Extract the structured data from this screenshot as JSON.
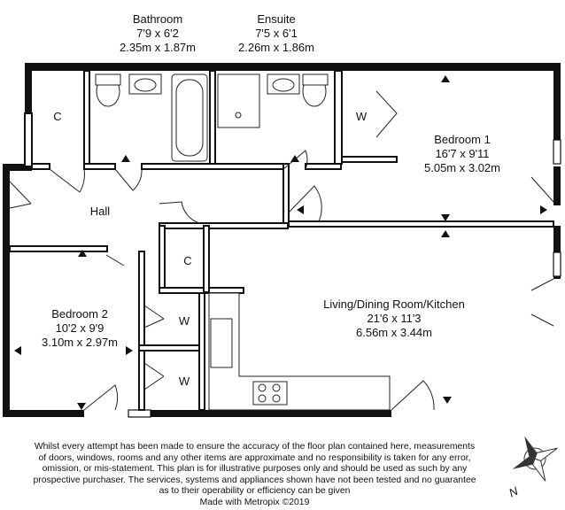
{
  "rooms": {
    "bathroom": {
      "name": "Bathroom",
      "imperial": "7'9 x 6'2",
      "metric": "2.35m x 1.87m"
    },
    "ensuite": {
      "name": "Ensuite",
      "imperial": "7'5 x 6'1",
      "metric": "2.26m x 1.86m"
    },
    "bedroom1": {
      "name": "Bedroom 1",
      "imperial": "16'7 x 9'11",
      "metric": "5.05m x 3.02m"
    },
    "bedroom2": {
      "name": "Bedroom 2",
      "imperial": "10'2 x 9'9",
      "metric": "3.10m x 2.97m"
    },
    "living": {
      "name": "Living/Dining Room/Kitchen",
      "imperial": "21'6 x 11'3",
      "metric": "6.56m x 3.44m"
    },
    "hall": {
      "name": "Hall"
    },
    "cupboard_top": {
      "name": "C"
    },
    "cupboard_mid": {
      "name": "C"
    },
    "wardrobe_bed1": {
      "name": "W"
    },
    "wardrobe_bed2_a": {
      "name": "W"
    },
    "wardrobe_bed2_b": {
      "name": "W"
    }
  },
  "disclaimer": {
    "line1": "Whilst every attempt has been made to ensure the accuracy of the floor plan contained here, measurements",
    "line2": "of doors, windows, rooms and any other items are approximate and no responsibility is taken for any error,",
    "line3": "omission, or mis-statement. This plan is for illustrative purposes only and should be used as such by any",
    "line4": "prospective purchaser. The services, systems and appliances shown have not been tested and no guarantee",
    "line5": "as to their operability or efficiency can be given",
    "line6": "Made with Metropix ©2019"
  },
  "compass": {
    "north_label": "N"
  },
  "colors": {
    "wall": "#111111",
    "line": "#222222",
    "background": "#ffffff"
  }
}
